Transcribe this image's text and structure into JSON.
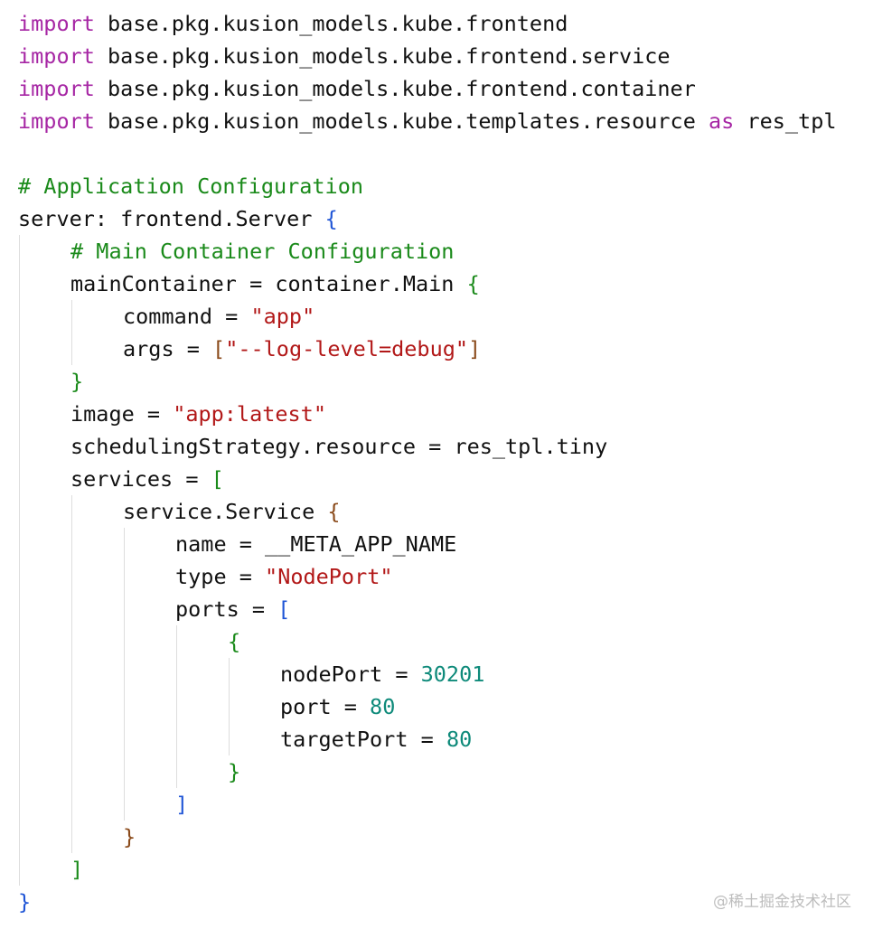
{
  "code": {
    "lines": [
      {
        "indent": 0,
        "tokens": [
          {
            "t": "import",
            "c": "keyword"
          },
          {
            "t": " base.pkg.kusion_models.kube.frontend",
            "c": "plain"
          }
        ]
      },
      {
        "indent": 0,
        "tokens": [
          {
            "t": "import",
            "c": "keyword"
          },
          {
            "t": " base.pkg.kusion_models.kube.frontend.service",
            "c": "plain"
          }
        ]
      },
      {
        "indent": 0,
        "tokens": [
          {
            "t": "import",
            "c": "keyword"
          },
          {
            "t": " base.pkg.kusion_models.kube.frontend.container",
            "c": "plain"
          }
        ]
      },
      {
        "indent": 0,
        "tokens": [
          {
            "t": "import",
            "c": "keyword"
          },
          {
            "t": " base.pkg.kusion_models.kube.templates.resource ",
            "c": "plain"
          },
          {
            "t": "as",
            "c": "keyword"
          },
          {
            "t": " res_tpl",
            "c": "plain"
          }
        ]
      },
      {
        "indent": 0,
        "tokens": []
      },
      {
        "indent": 0,
        "tokens": [
          {
            "t": "# Application Configuration",
            "c": "comment"
          }
        ]
      },
      {
        "indent": 0,
        "tokens": [
          {
            "t": "server: frontend.Server ",
            "c": "plain"
          },
          {
            "t": "{",
            "c": "brace_blue"
          }
        ]
      },
      {
        "indent": 1,
        "tokens": [
          {
            "t": "# Main Container Configuration",
            "c": "comment"
          }
        ]
      },
      {
        "indent": 1,
        "tokens": [
          {
            "t": "mainContainer = container.Main ",
            "c": "plain"
          },
          {
            "t": "{",
            "c": "brace_green"
          }
        ]
      },
      {
        "indent": 2,
        "tokens": [
          {
            "t": "command = ",
            "c": "plain"
          },
          {
            "t": "\"app\"",
            "c": "string"
          }
        ]
      },
      {
        "indent": 2,
        "tokens": [
          {
            "t": "args = ",
            "c": "plain"
          },
          {
            "t": "[",
            "c": "brace_brown"
          },
          {
            "t": "\"--log-level=debug\"",
            "c": "string"
          },
          {
            "t": "]",
            "c": "brace_brown"
          }
        ]
      },
      {
        "indent": 1,
        "tokens": [
          {
            "t": "}",
            "c": "brace_green"
          }
        ]
      },
      {
        "indent": 1,
        "tokens": [
          {
            "t": "image = ",
            "c": "plain"
          },
          {
            "t": "\"app:latest\"",
            "c": "string"
          }
        ]
      },
      {
        "indent": 1,
        "tokens": [
          {
            "t": "schedulingStrategy.resource = res_tpl.tiny",
            "c": "plain"
          }
        ]
      },
      {
        "indent": 1,
        "tokens": [
          {
            "t": "services = ",
            "c": "plain"
          },
          {
            "t": "[",
            "c": "brace_green"
          }
        ]
      },
      {
        "indent": 2,
        "tokens": [
          {
            "t": "service.Service ",
            "c": "plain"
          },
          {
            "t": "{",
            "c": "brace_brown"
          }
        ]
      },
      {
        "indent": 3,
        "tokens": [
          {
            "t": "name = __META_APP_NAME",
            "c": "plain"
          }
        ]
      },
      {
        "indent": 3,
        "tokens": [
          {
            "t": "type = ",
            "c": "plain"
          },
          {
            "t": "\"NodePort\"",
            "c": "string"
          }
        ]
      },
      {
        "indent": 3,
        "tokens": [
          {
            "t": "ports = ",
            "c": "plain"
          },
          {
            "t": "[",
            "c": "brace_blue"
          }
        ]
      },
      {
        "indent": 4,
        "tokens": [
          {
            "t": "{",
            "c": "brace_green"
          }
        ]
      },
      {
        "indent": 5,
        "tokens": [
          {
            "t": "nodePort = ",
            "c": "plain"
          },
          {
            "t": "30201",
            "c": "number"
          }
        ]
      },
      {
        "indent": 5,
        "tokens": [
          {
            "t": "port = ",
            "c": "plain"
          },
          {
            "t": "80",
            "c": "number"
          }
        ]
      },
      {
        "indent": 5,
        "tokens": [
          {
            "t": "targetPort = ",
            "c": "plain"
          },
          {
            "t": "80",
            "c": "number"
          }
        ]
      },
      {
        "indent": 4,
        "tokens": [
          {
            "t": "}",
            "c": "brace_green"
          }
        ]
      },
      {
        "indent": 3,
        "tokens": [
          {
            "t": "]",
            "c": "brace_blue"
          }
        ]
      },
      {
        "indent": 2,
        "tokens": [
          {
            "t": "}",
            "c": "brace_brown"
          }
        ]
      },
      {
        "indent": 1,
        "tokens": [
          {
            "t": "]",
            "c": "brace_green"
          }
        ]
      },
      {
        "indent": 0,
        "tokens": [
          {
            "t": "}",
            "c": "brace_blue"
          }
        ]
      }
    ]
  },
  "colors": {
    "keyword": "#a626a4",
    "plain": "#111111",
    "comment": "#1a8a1a",
    "string": "#b21818",
    "number": "#0e8a7a",
    "brace_blue": "#1f55d6",
    "brace_green": "#1a8a1a",
    "brace_brown": "#8a4a1a",
    "guide": "#dddddd"
  },
  "watermark": {
    "text": "@稀土掘金技术社区"
  }
}
